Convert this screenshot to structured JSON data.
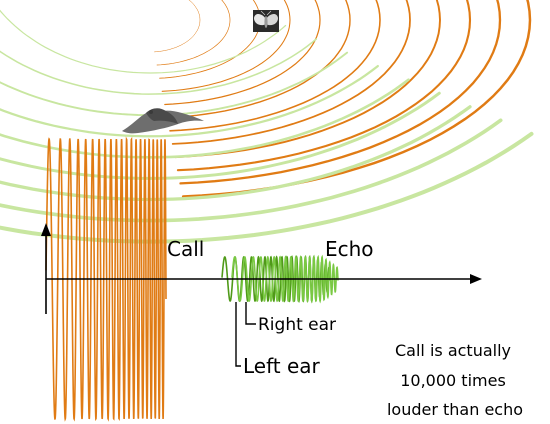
{
  "labels": {
    "call": "Call",
    "echo": "Echo",
    "right_ear": "Right ear",
    "left_ear": "Left ear"
  },
  "note": {
    "lines": [
      "Call is actually",
      "10,000 times",
      "louder than echo"
    ]
  },
  "icons": {
    "moth": "moth-icon",
    "bat": "bat-icon"
  },
  "colors": {
    "call_wave": "#e07b14",
    "echo_wave": "#c8e6a0",
    "right_ear_wave": "#7ac943",
    "left_ear_wave": "#4f9a18",
    "axis": "#000000"
  }
}
